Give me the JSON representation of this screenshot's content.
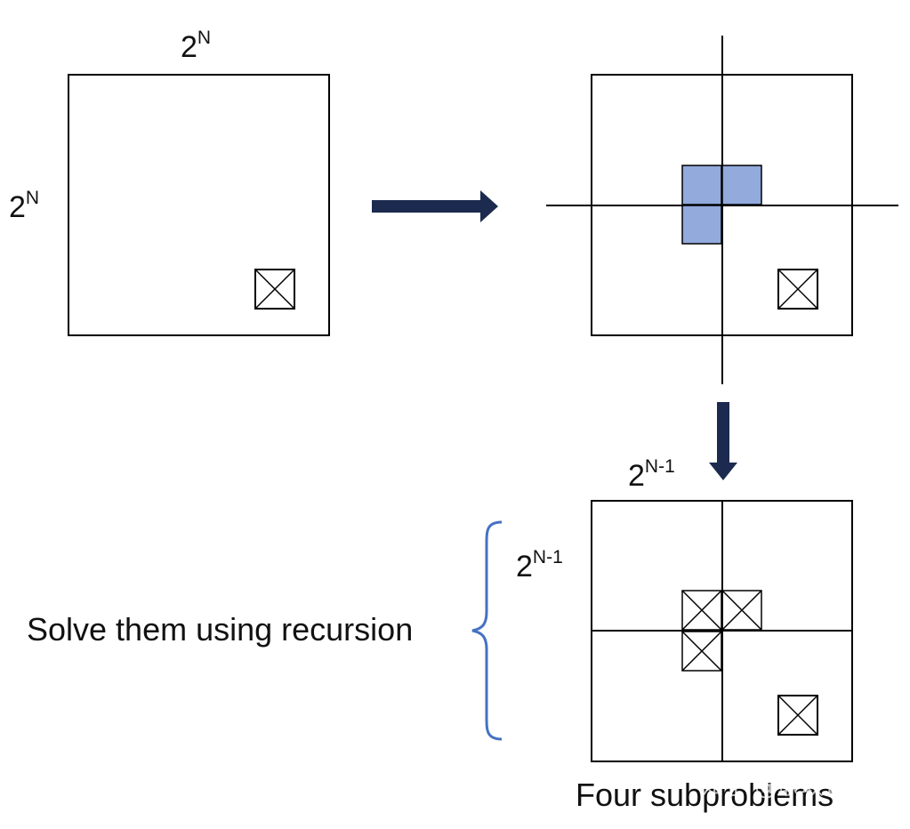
{
  "labels": {
    "top_width_base": "2",
    "top_width_exp": "N",
    "top_height_base": "2",
    "top_height_exp": "N",
    "sub_width_base": "2",
    "sub_width_exp": "N-1",
    "sub_height_base": "2",
    "sub_height_exp": "N-1",
    "recursion_note": "Solve them using recursion",
    "caption": "Four subproblems",
    "watermark": "知乎 @耿耿青人"
  },
  "colors": {
    "tromino_fill": "#92aadc",
    "arrow": "#1b2a4e",
    "brace": "#4472c4",
    "stroke": "#000000"
  },
  "icons": [
    "x-box-icon",
    "arrow-right-icon",
    "arrow-down-icon",
    "curly-brace-icon"
  ]
}
